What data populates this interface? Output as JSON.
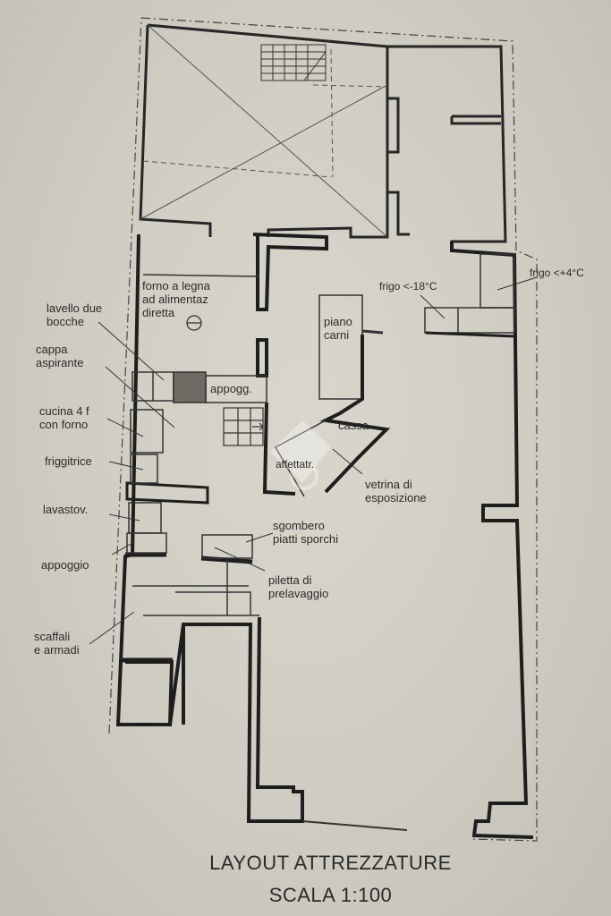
{
  "drawing": {
    "title": "LAYOUT ATTREZZATURE",
    "scale": "SCALA 1:100"
  },
  "labels": {
    "forno": "forno a legna\nad alimentaz\ndiretta",
    "lavello": "lavello due\nbocche",
    "cappa": "cappa\naspirante",
    "cucina": "cucina 4 f\ncon forno",
    "friggitrice": "friggitrice",
    "lavastov": "lavastov.",
    "appoggio": "appoggio",
    "scaffali": "scaffali\ne armadi",
    "appogg": "appogg.",
    "piano_carni": "piano\ncarni",
    "cassa": "cassa",
    "affettatr": "affettatr.",
    "vetrina": "vetrina di\nesposizione",
    "sgombero": "sgombero\npiatti sporchi",
    "piletta": "piletta di\nprelavaggio",
    "frigo_18": "frigo <-18°C",
    "frigo_4": "frigo <+4°C"
  },
  "colors": {
    "wall": "#262626",
    "line": "#3a3a3a",
    "paper": "#d6d3c9"
  }
}
